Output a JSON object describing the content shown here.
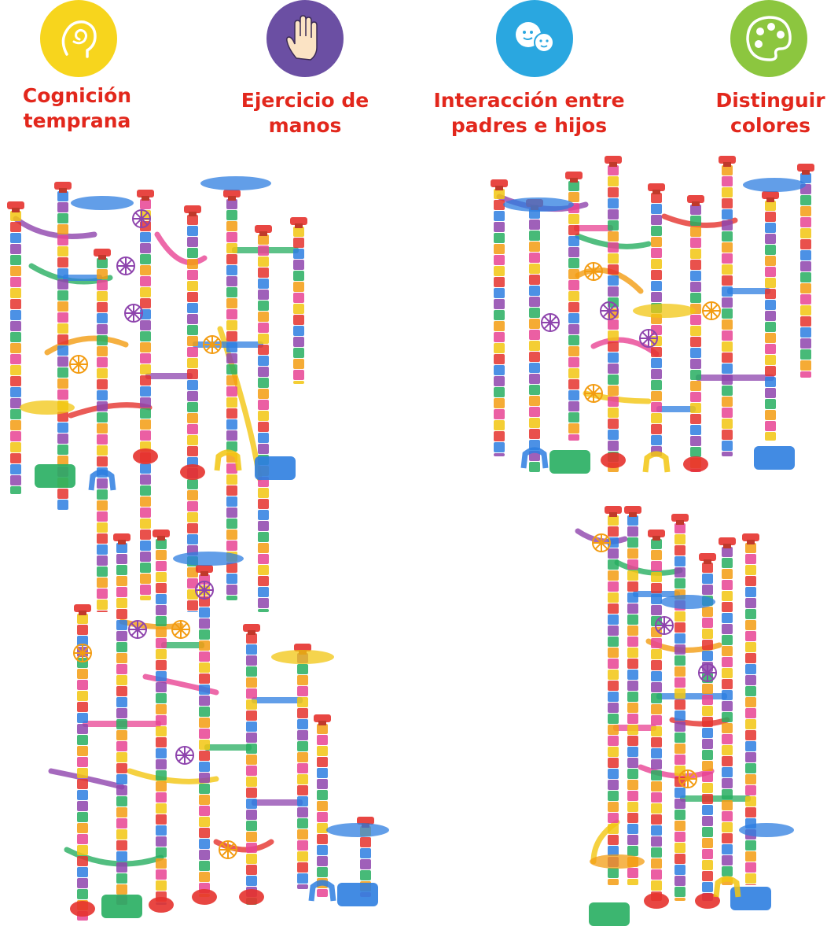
{
  "features": [
    {
      "label": "Cognición\ntemprana",
      "icon": "brain-swirl-icon",
      "color": "#f7d51d"
    },
    {
      "label": "Ejercicio de\nmanos",
      "icon": "hand-icon",
      "color": "#6b4fa3"
    },
    {
      "label": "Interacción entre\npadres e hijos",
      "icon": "parent-child-faces-icon",
      "color": "#2aa7e0"
    },
    {
      "label": "Distinguir\ncolores",
      "icon": "color-palette-icon",
      "color": "#8cc63f"
    }
  ],
  "colors": {
    "label_red": "#e2271c",
    "tube_palette": [
      "#f2c511",
      "#e5322d",
      "#2d7ee0",
      "#8e44ad",
      "#27ae60",
      "#f39c12",
      "#e84393"
    ]
  }
}
